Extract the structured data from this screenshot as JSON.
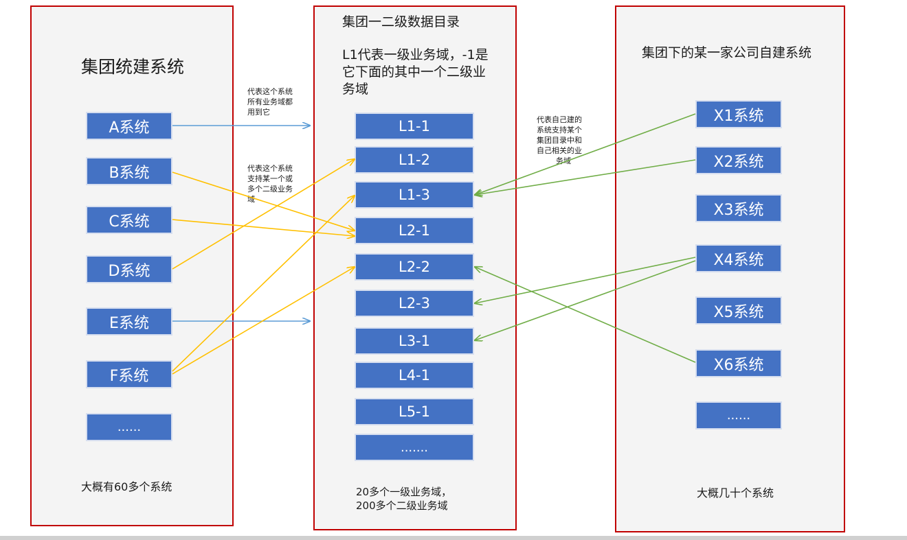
{
  "left_panel": {
    "title": "集团统建系统",
    "systems": [
      "A系统",
      "B系统",
      "C系统",
      "D系统",
      "E系统",
      "F系统",
      "......"
    ],
    "footer": "大概有60多个系统"
  },
  "middle_panel": {
    "title": "集团一二级数据目录",
    "desc_lines": [
      "L1代表一级业务域，-1是",
      "它下面的其中一个二级业",
      "务域"
    ],
    "domains": [
      "L1-1",
      "L1-2",
      "L1-3",
      "L2-1",
      "L2-2",
      "L2-3",
      "L3-1",
      "L4-1",
      "L5-1",
      "......."
    ],
    "footer_lines": [
      "20多个一级业务域，",
      "200多个二级业务域"
    ]
  },
  "right_panel": {
    "title": "集团下的某一家公司自建系统",
    "systems": [
      "X1系统",
      "X2系统",
      "X3系统",
      "X4系统",
      "X5系统",
      "X6系统",
      "......"
    ],
    "footer": "大概几十个系统"
  },
  "annotations": {
    "all_domains_lines": [
      "代表这个系统",
      "所有业务域都",
      "用到它"
    ],
    "some_domains_lines": [
      "代表这个系统",
      "支持某一个或",
      "多个二级业务",
      "域"
    ],
    "self_built_lines": [
      "代表自己建的",
      "系统支持某个",
      "集团目录中和",
      "自己相关的业",
      "务域"
    ]
  },
  "colors": {
    "panel_border": "#c00000",
    "panel_bg": "#f4f4f4",
    "node_fill": "#4472c4",
    "all_domains_arrow": "#5b9bd5",
    "some_domains_arrow": "#ffc000",
    "self_built_arrow": "#70ad47"
  },
  "links": {
    "all_domains": [
      "A系统",
      "E系统"
    ],
    "some_domains": [
      [
        "B系统",
        "L2-1"
      ],
      [
        "C系统",
        "L2-1"
      ],
      [
        "D系统",
        "L1-2"
      ],
      [
        "F系统",
        "L1-3"
      ],
      [
        "F系统",
        "L2-2"
      ]
    ],
    "self_built": [
      [
        "X1系统",
        "L1-3"
      ],
      [
        "X2系统",
        "L1-3"
      ],
      [
        "X4系统",
        "L2-3"
      ],
      [
        "X4系统",
        "L3-1"
      ],
      [
        "X6系统",
        "L2-2"
      ]
    ]
  }
}
